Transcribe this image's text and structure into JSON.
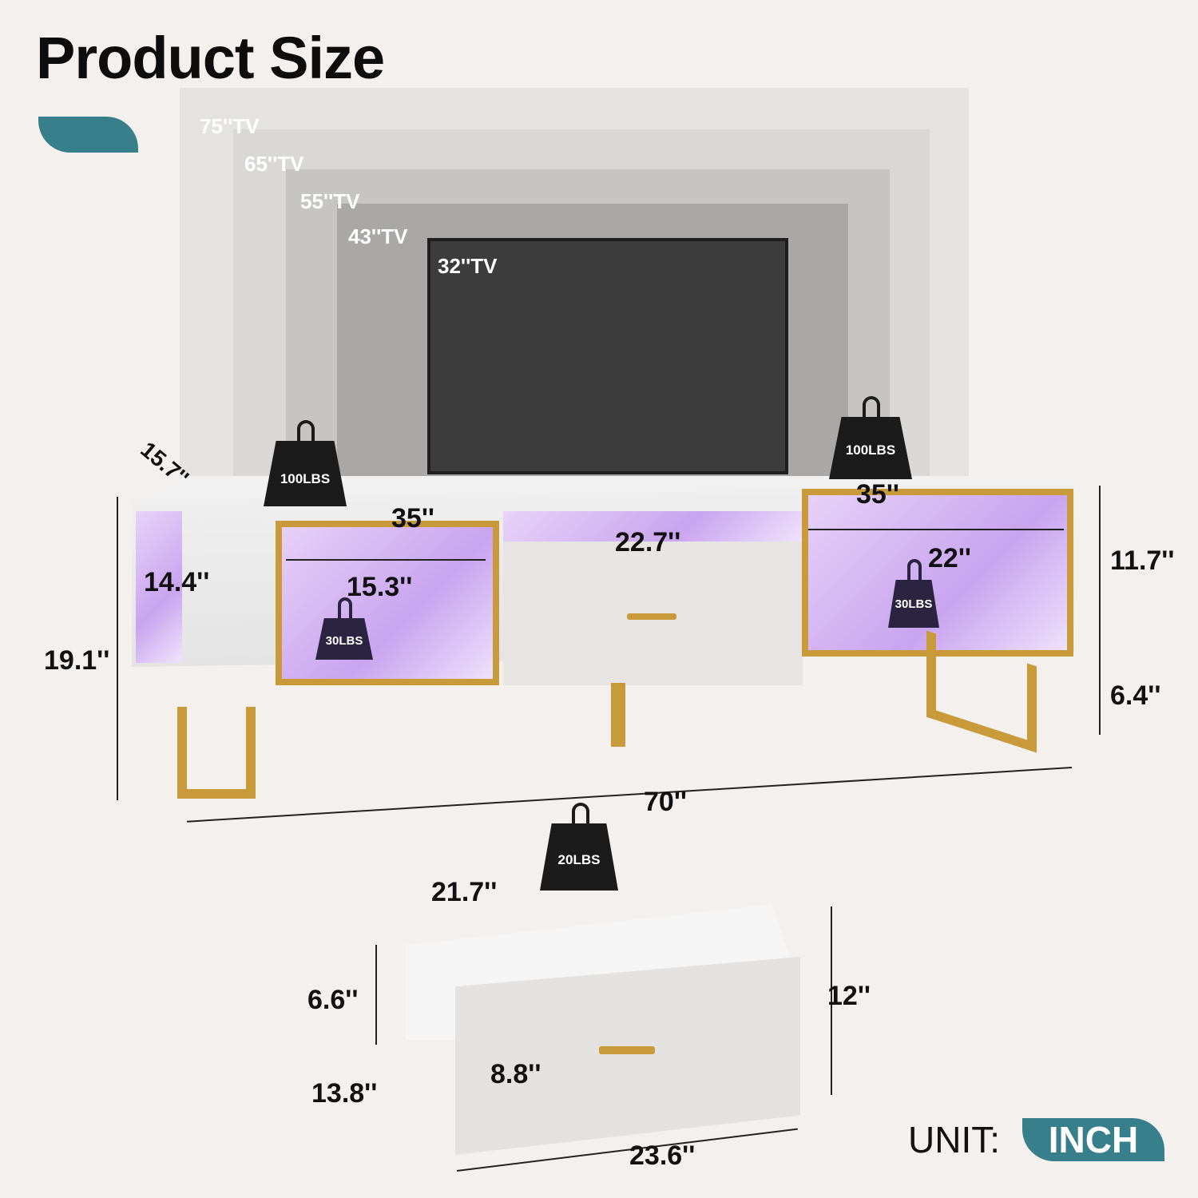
{
  "header": {
    "title": "Product Size"
  },
  "tv_sizes": [
    {
      "label": "75''TV"
    },
    {
      "label": "65''TV"
    },
    {
      "label": "55''TV"
    },
    {
      "label": "43''TV"
    },
    {
      "label": "32''TV"
    }
  ],
  "tv_stand": {
    "depth": "15.7''",
    "side_height": "14.4''",
    "total_height": "19.1''",
    "top_half_width_left": "35''",
    "top_half_width_right": "35''",
    "left_cubby_width": "15.3''",
    "center_opening_width": "22.7''",
    "right_cubby_width": "22''",
    "cabinet_height": "11.7''",
    "leg_height": "6.4''",
    "total_width": "70''",
    "top_load_left": "100LBS",
    "top_load_right": "100LBS",
    "left_shelf_load": "30LBS",
    "right_shelf_load": "30LBS"
  },
  "drawer": {
    "load": "20LBS",
    "inner_width": "21.7''",
    "side_height": "6.6''",
    "depth": "13.8''",
    "front_height": "8.8''",
    "total_height": "12''",
    "front_width": "23.6''"
  },
  "unit": {
    "label": "UNIT:",
    "value": "INCH"
  },
  "colors": {
    "accent": "#387f8c",
    "gold": "#c89a3a",
    "background": "#f3f0ed",
    "led": "#c9a4f0"
  }
}
